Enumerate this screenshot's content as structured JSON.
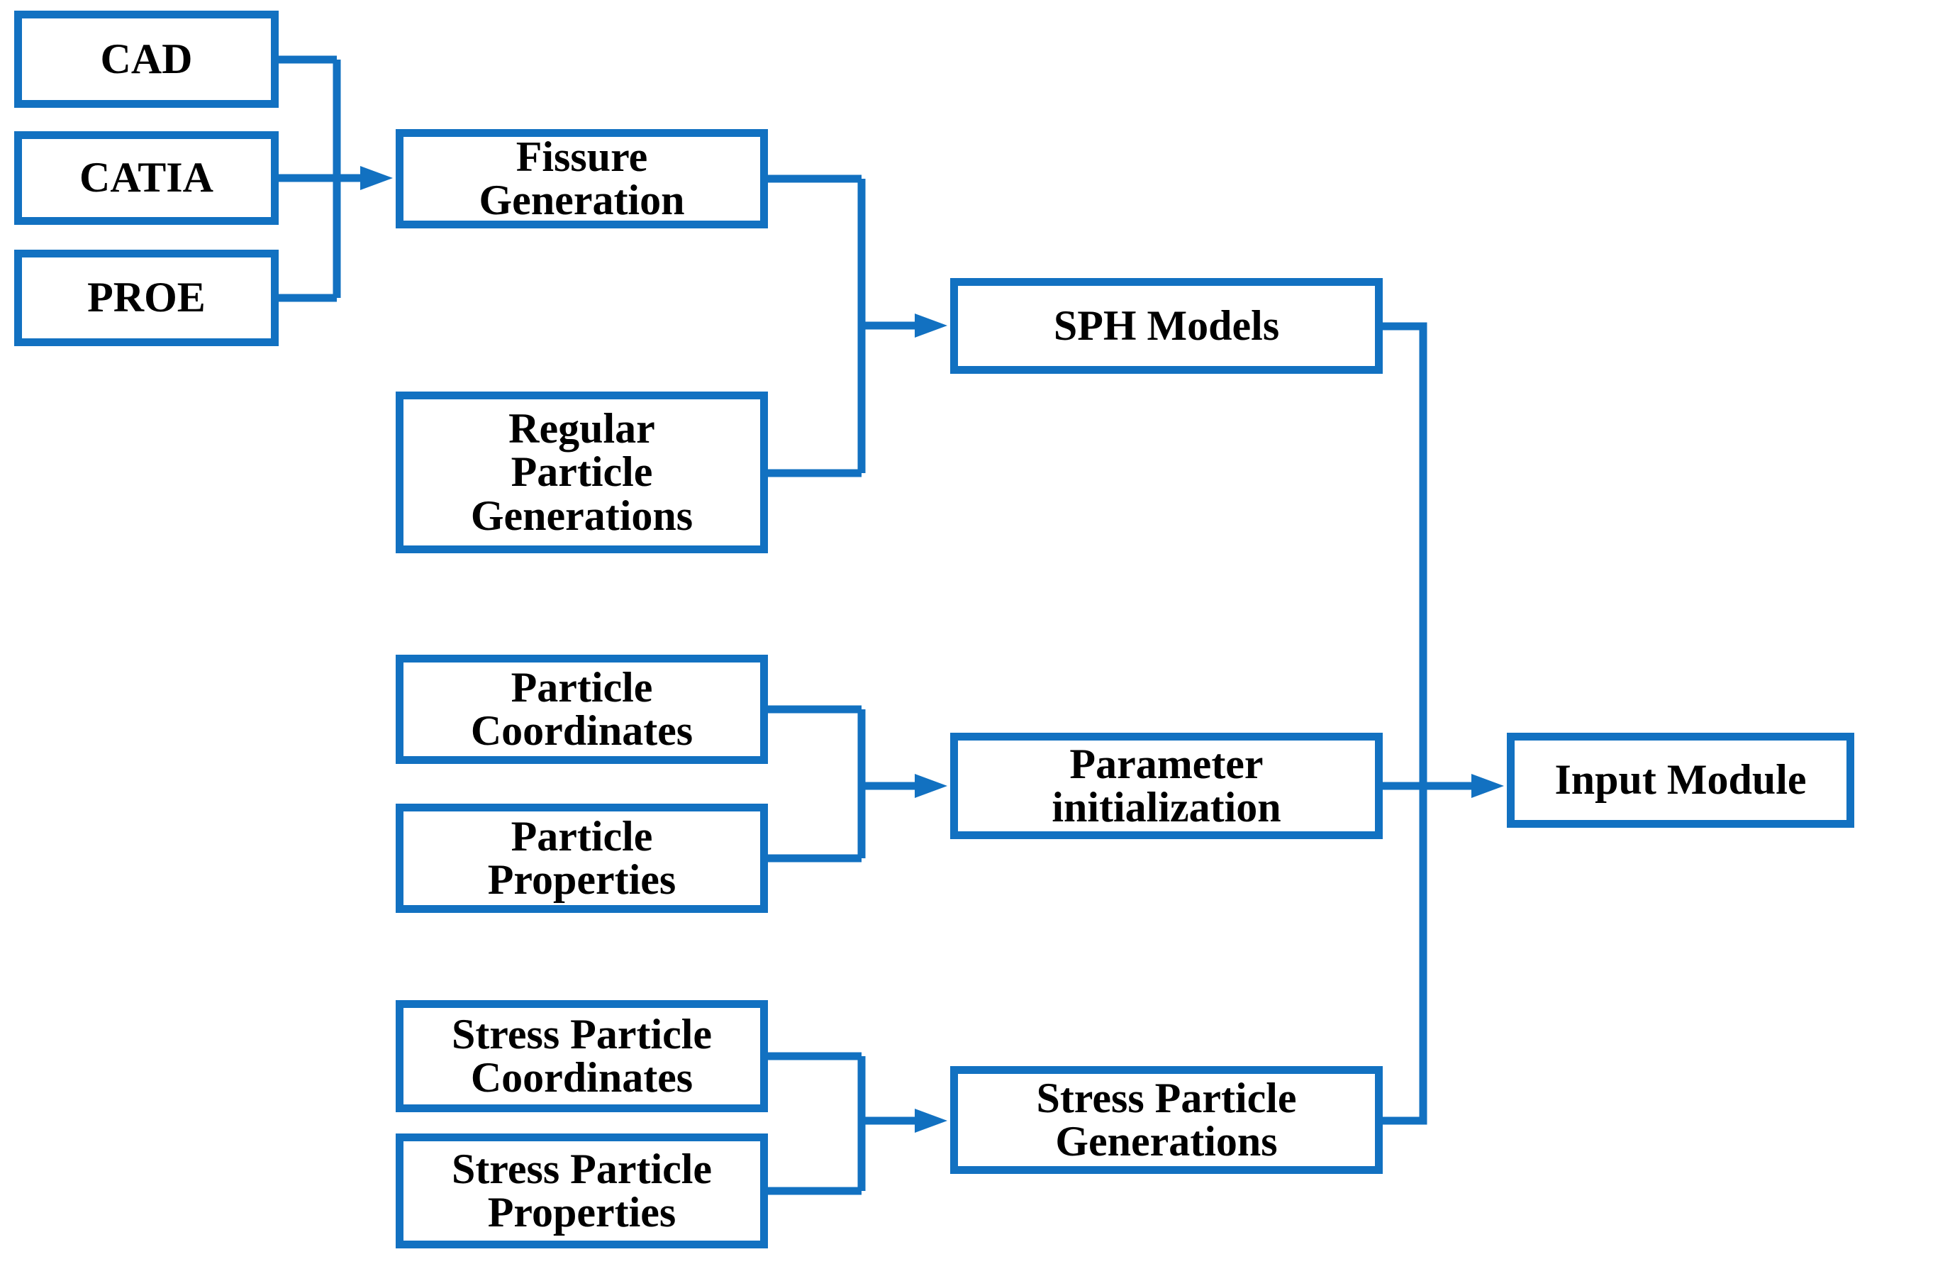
{
  "diagram": {
    "type": "flowchart",
    "colors": {
      "line": "#1271C1",
      "text": "#000000",
      "background": "#FFFFFF"
    },
    "nodes": {
      "cad": {
        "label": "CAD"
      },
      "catia": {
        "label": "CATIA"
      },
      "proe": {
        "label": "PROE"
      },
      "fissure": {
        "label": "Fissure\nGeneration"
      },
      "regular": {
        "label": "Regular\nParticle\nGenerations"
      },
      "pcoord": {
        "label": "Particle\nCoordinates"
      },
      "pprop": {
        "label": "Particle\nProperties"
      },
      "scoord": {
        "label": "Stress Particle\nCoordinates"
      },
      "sprop": {
        "label": "Stress Particle\nProperties"
      },
      "sph": {
        "label": "SPH Models"
      },
      "param": {
        "label": "Parameter\ninitialization"
      },
      "sgen": {
        "label": "Stress Particle\nGenerations"
      },
      "input": {
        "label": "Input Module"
      }
    },
    "edges": [
      {
        "from": "CAD",
        "to": "Fissure Generation"
      },
      {
        "from": "CATIA",
        "to": "Fissure Generation"
      },
      {
        "from": "PROE",
        "to": "Fissure Generation"
      },
      {
        "from": "Fissure Generation",
        "to": "SPH Models"
      },
      {
        "from": "Regular Particle Generations",
        "to": "SPH Models"
      },
      {
        "from": "Particle Coordinates",
        "to": "Parameter initialization"
      },
      {
        "from": "Particle Properties",
        "to": "Parameter initialization"
      },
      {
        "from": "Stress Particle Coordinates",
        "to": "Stress Particle Generations"
      },
      {
        "from": "Stress Particle Properties",
        "to": "Stress Particle Generations"
      },
      {
        "from": "SPH Models",
        "to": "Input Module"
      },
      {
        "from": "Parameter initialization",
        "to": "Input Module"
      },
      {
        "from": "Stress Particle Generations",
        "to": "Input Module"
      }
    ]
  }
}
